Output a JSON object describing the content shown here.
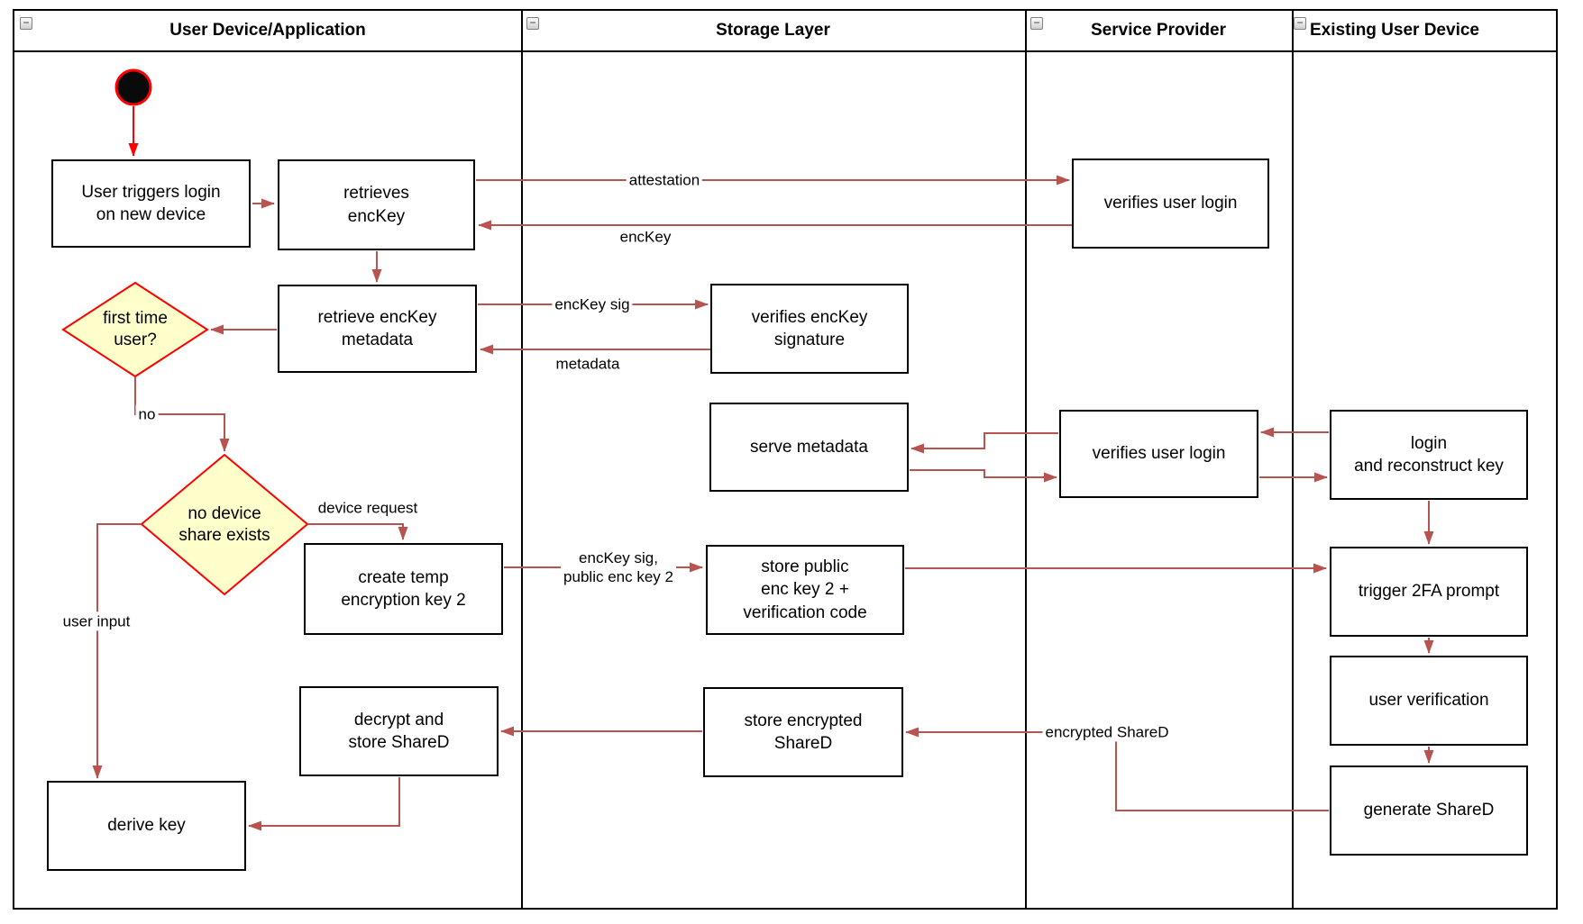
{
  "lanes": [
    {
      "label": "User Device/Application"
    },
    {
      "label": "Storage Layer"
    },
    {
      "label": "Service Provider"
    },
    {
      "label": "Existing User Device"
    }
  ],
  "collapse_glyph": "−",
  "nodes": {
    "user_triggers": {
      "label": "User triggers login\non new device"
    },
    "retrieves_enckey": {
      "label": "retrieves\nencKey"
    },
    "retrieve_metadata": {
      "label": "retrieve encKey\nmetadata"
    },
    "first_time_user": {
      "label": "first time\nuser?"
    },
    "no_device_share": {
      "label": "no device\nshare exists"
    },
    "create_temp_key": {
      "label": "create temp\nencryption key 2"
    },
    "verifies_signature": {
      "label": "verifies encKey\nsignature"
    },
    "serve_metadata": {
      "label": "serve metadata"
    },
    "store_public": {
      "label": "store public\nenc key 2 +\nverification code"
    },
    "store_encrypted": {
      "label": "store encrypted\nShareD"
    },
    "decrypt_store": {
      "label": "decrypt and\nstore ShareD"
    },
    "derive_key": {
      "label": "derive key"
    },
    "verifies_login_top": {
      "label": "verifies user login"
    },
    "verifies_login_mid": {
      "label": "verifies user login"
    },
    "login_reconstruct": {
      "label": "login\nand reconstruct key"
    },
    "trigger_2fa": {
      "label": "trigger 2FA prompt"
    },
    "user_verification": {
      "label": "user verification"
    },
    "generate_shared": {
      "label": "generate ShareD"
    }
  },
  "edge_labels": {
    "attestation": "attestation",
    "enckey": "encKey",
    "enckey_sig": "encKey sig",
    "metadata": "metadata",
    "no": "no",
    "device_request": "device request",
    "enckey_sig_public": "encKey sig,\npublic enc key 2",
    "encrypted_shared": "encrypted ShareD",
    "user_input": "user input"
  },
  "colors": {
    "edge": "#B85450",
    "accent": "#FF0000",
    "decision_fill": "#FFFFCC",
    "start_fill": "#0A0A0A"
  }
}
